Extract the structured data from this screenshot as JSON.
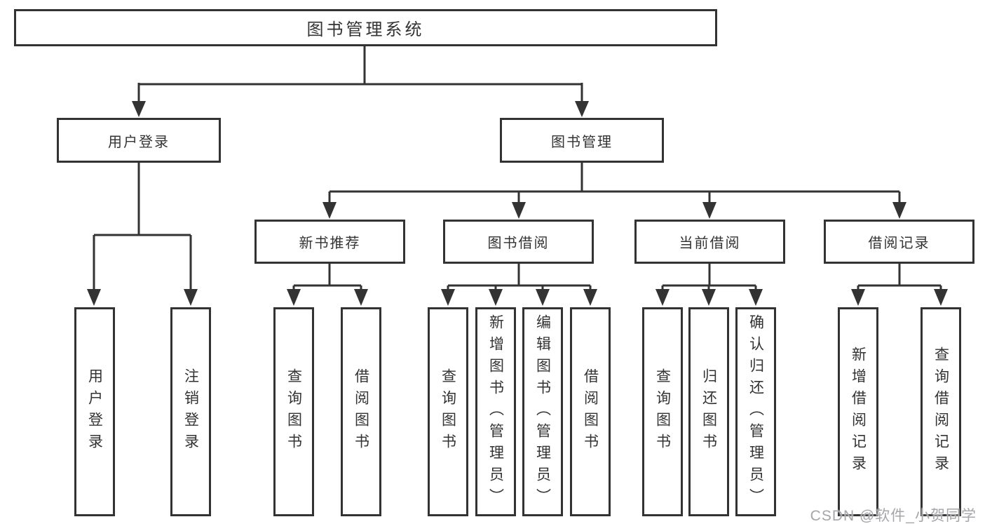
{
  "diagram": {
    "root": {
      "label": "图书管理系统"
    },
    "branches": [
      {
        "label": "用户登录",
        "children": [
          "用户登录",
          "注销登录"
        ]
      },
      {
        "label": "图书管理",
        "groups": [
          {
            "label": "新书推荐",
            "children": [
              "查询图书",
              "借阅图书"
            ]
          },
          {
            "label": "图书借阅",
            "children": [
              "查询图书",
              "新增图书（管理员）",
              "编辑图书（管理员）",
              "借阅图书"
            ]
          },
          {
            "label": "当前借阅",
            "children": [
              "查询图书",
              "归还图书",
              "确认归还（管理员）"
            ]
          },
          {
            "label": "借阅记录",
            "children": [
              "新增借阅记录",
              "查询借阅记录"
            ]
          }
        ]
      }
    ]
  },
  "watermark": {
    "text": "CSDN @软件_小贺同学"
  },
  "colors": {
    "line": "#333333",
    "box_border": "#333333",
    "text": "#333333",
    "background": "#ffffff",
    "watermark": "#a6a6aa"
  }
}
